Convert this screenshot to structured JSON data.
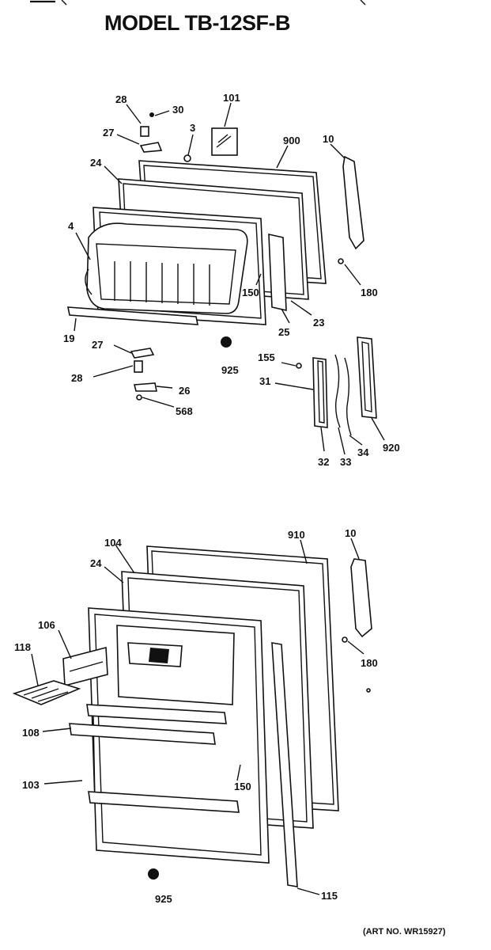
{
  "title": "MODEL TB-12SF-B",
  "art_number": "(ART NO. WR15927)",
  "freezer_door_labels": [
    "28",
    "30",
    "27",
    "3",
    "101",
    "900",
    "10",
    "24",
    "4",
    "150",
    "180",
    "23",
    "25",
    "19",
    "27",
    "925",
    "155",
    "28",
    "31",
    "26",
    "568",
    "32",
    "33",
    "34",
    "920"
  ],
  "fresh_food_door_labels": [
    "104",
    "910",
    "10",
    "24",
    "106",
    "118",
    "180",
    "108",
    "103",
    "150",
    "115",
    "925"
  ]
}
